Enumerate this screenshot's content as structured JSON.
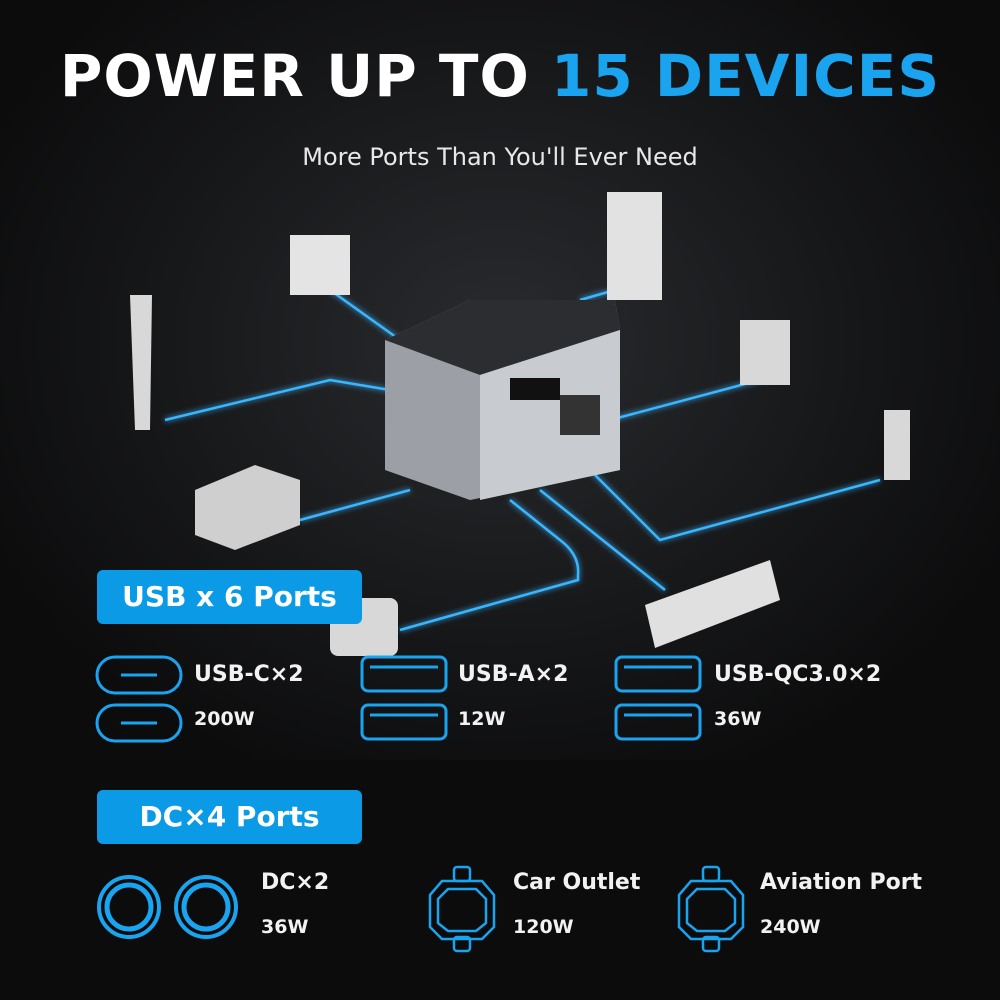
{
  "header": {
    "title_prefix": "POWER UP TO",
    "title_highlight": "15 DEVICES",
    "subtitle": "More Ports Than You'll Ever Need"
  },
  "colors": {
    "accent": "#1aa3ee",
    "badge": "#0b9ae6",
    "background": "#0c0c0d"
  },
  "usb": {
    "badge": "USB  x 6 Ports",
    "ports": [
      {
        "name": "USB-C×2",
        "power": "200W",
        "icon": "usb-c-port-icon"
      },
      {
        "name": "USB-A×2",
        "power": "12W",
        "icon": "usb-a-port-icon"
      },
      {
        "name": "USB-QC3.0×2",
        "power": "36W",
        "icon": "usb-qc-port-icon"
      }
    ]
  },
  "dc": {
    "badge": "DC×4 Ports",
    "ports": [
      {
        "name": "DC×2",
        "power": "36W",
        "icon": "dc-port-icon"
      },
      {
        "name": "Car Outlet",
        "power": "120W",
        "icon": "car-outlet-icon"
      },
      {
        "name": "Aviation Port",
        "power": "240W",
        "icon": "aviation-port-icon"
      }
    ]
  }
}
